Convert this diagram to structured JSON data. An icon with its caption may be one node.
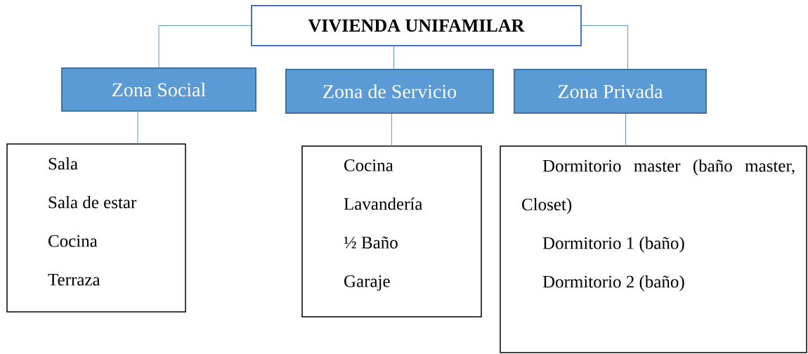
{
  "diagram": {
    "nodes": [
      {
        "text": [
          "VIVIENDA UNIFAMILAR"
        ]
      },
      {
        "text": [
          "Zona Social"
        ]
      },
      {
        "text": [
          "Zona de Servicio"
        ]
      },
      {
        "text": [
          "Zona Privada"
        ]
      },
      {
        "text": [
          "Sala",
          "Sala de estar",
          "Cocina",
          "Terraza"
        ]
      },
      {
        "text": [
          "Cocina",
          "Lavandería",
          "½ Baño",
          "Garaje"
        ]
      },
      {
        "text": [
          "Dormitorio master (baño master, Closet)",
          "Dormitorio 1 (baño)",
          "Dormitorio 2 (baño)"
        ]
      }
    ],
    "edges": [
      {
        "from": 0,
        "to": 1,
        "arrow": "none"
      },
      {
        "from": 0,
        "to": 2,
        "arrow": "none"
      },
      {
        "from": 0,
        "to": 3,
        "arrow": "none"
      },
      {
        "from": 1,
        "to": 4,
        "arrow": "none"
      },
      {
        "from": 2,
        "to": 5,
        "arrow": "none"
      },
      {
        "from": 3,
        "to": 6,
        "arrow": "none"
      }
    ]
  }
}
